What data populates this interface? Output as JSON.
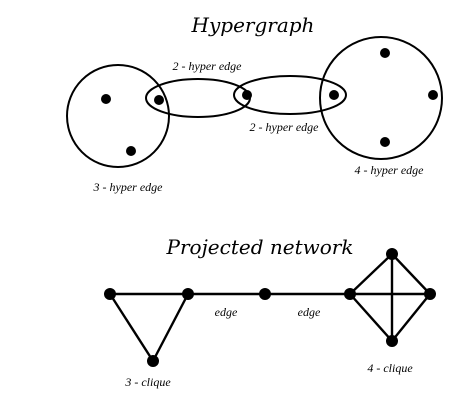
{
  "hypergraph": {
    "title": "Hypergraph",
    "labels": {
      "three_hyper_edge": "3 - hyper edge",
      "two_hyper_edge_top": "2 - hyper edge",
      "two_hyper_edge_bottom": "2 - hyper edge",
      "four_hyper_edge": "4 - hyper edge"
    }
  },
  "projected_network": {
    "title": "Projected network",
    "labels": {
      "edge_left": "edge",
      "edge_right": "edge",
      "three_clique": "3 - clique",
      "four_clique": "4 - clique"
    }
  }
}
